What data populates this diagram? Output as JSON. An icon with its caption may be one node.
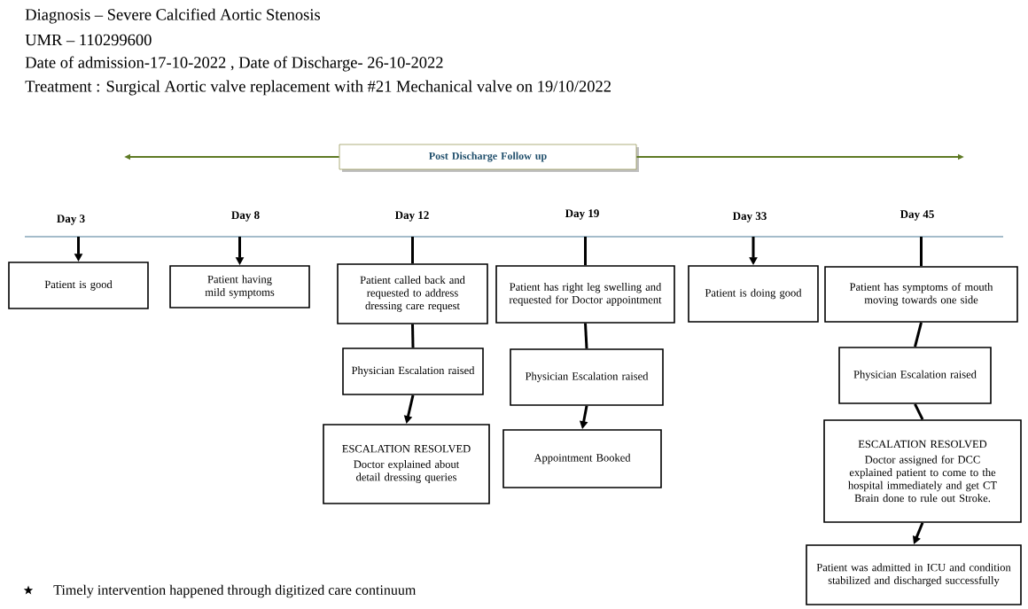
{
  "diagram": {
    "nodes": [
      {
        "text": [
          "Post Discharge Follow up"
        ]
      },
      {
        "text": [
          "Patient is good"
        ]
      },
      {
        "text": [
          "Patient having mild symptoms"
        ]
      },
      {
        "text": [
          "Patient called back and requested to address dressing care request"
        ]
      },
      {
        "text": [
          "Physician Escalation raised"
        ]
      },
      {
        "text": [
          "ESCALATION RESOLVED",
          "Doctor explained about detail dressing queries"
        ]
      },
      {
        "text": [
          "Patient has right leg swelling and requested for Doctor appointment"
        ]
      },
      {
        "text": [
          "Physician Escalation raised"
        ]
      },
      {
        "text": [
          "Appointment Booked"
        ]
      },
      {
        "text": [
          "Patient is doing good"
        ]
      },
      {
        "text": [
          "Patient has symptoms of mouth moving towards one side"
        ]
      },
      {
        "text": [
          "Physician Escalation raised"
        ]
      },
      {
        "text": [
          "ESCALATION RESOLVED",
          "Doctor assigned for DCC explained patient to come to the hospital immediately and get CT Brain done to rule out Stroke."
        ]
      },
      {
        "text": [
          "Patient was admitted in ICU and condition stabilized and discharged successfully"
        ]
      }
    ],
    "edges": [
      {
        "from": 0,
        "to": null,
        "arrow": "to",
        "color": "#5e7a24"
      },
      {
        "from": 0,
        "to": null,
        "arrow": "to",
        "color": "#5e7a24"
      },
      {
        "from": null,
        "to": 1,
        "arrow": "to"
      },
      {
        "from": null,
        "to": 2,
        "arrow": "to"
      },
      {
        "from": null,
        "to": 3,
        "arrow": "none"
      },
      {
        "from": 3,
        "to": 4,
        "arrow": "none"
      },
      {
        "from": 4,
        "to": 5,
        "arrow": "to"
      },
      {
        "from": null,
        "to": 6,
        "arrow": "none"
      },
      {
        "from": 6,
        "to": 7,
        "arrow": "none"
      },
      {
        "from": 7,
        "to": 8,
        "arrow": "to"
      },
      {
        "from": null,
        "to": 9,
        "arrow": "to"
      },
      {
        "from": null,
        "to": 10,
        "arrow": "none"
      },
      {
        "from": 10,
        "to": 11,
        "arrow": "none"
      },
      {
        "from": 11,
        "to": 12,
        "arrow": "none"
      },
      {
        "from": 12,
        "to": 13,
        "arrow": "to"
      }
    ],
    "labels": [
      "Diagnosis – Severe Calcified Aortic Stenosis",
      "UMR – 110299600",
      "Date of admission-17-10-2022 , Date of Discharge- 26-10-2022",
      "Treatment : Surgical Aortic valve replacement with #21 Mechanical valve on 19/10/2022",
      "Day 3",
      "Day 8",
      "Day 12",
      "Day 19",
      "Day 33",
      "Day 45",
      "Timely intervention happened through digitized care continuum"
    ]
  }
}
